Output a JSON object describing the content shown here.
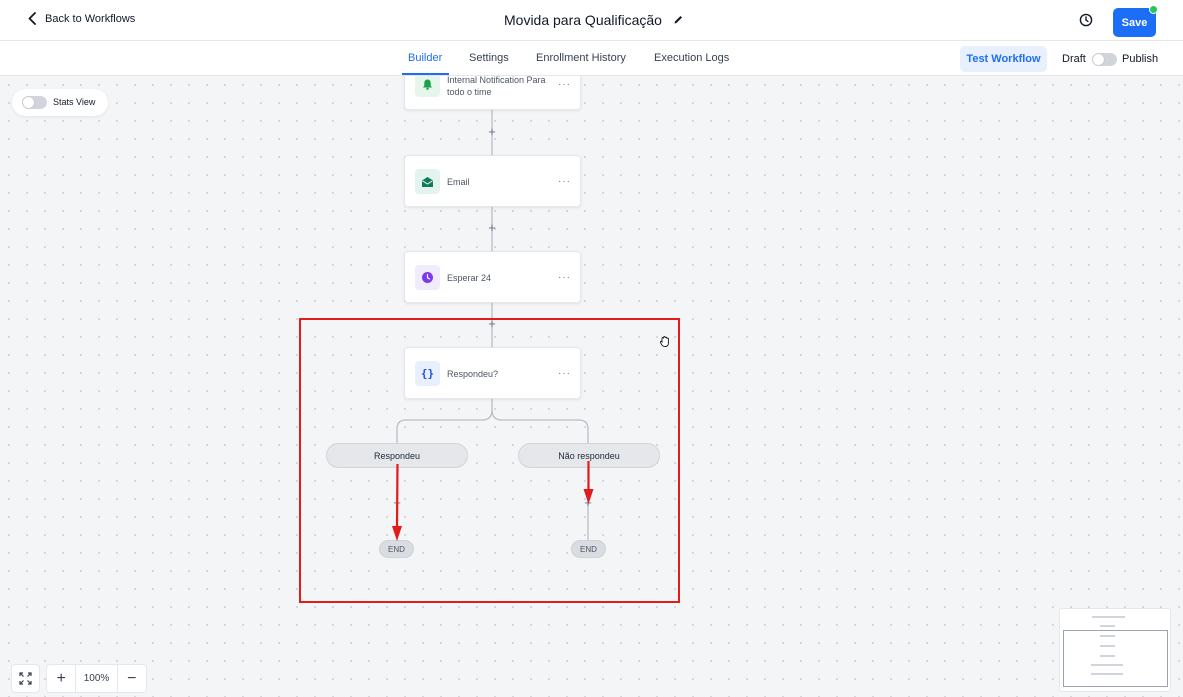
{
  "header": {
    "back_label": "Back to Workflows",
    "title": "Movida para Qualificação",
    "save_label": "Save"
  },
  "tabs": [
    {
      "label": "Builder",
      "active": true
    },
    {
      "label": "Settings",
      "active": false
    },
    {
      "label": "Enrollment History",
      "active": false
    },
    {
      "label": "Execution Logs",
      "active": false
    }
  ],
  "actions": {
    "test_workflow_label": "Test Workflow",
    "draft_label": "Draft",
    "publish_label": "Publish"
  },
  "canvas": {
    "stats_view_label": "Stats View",
    "nodes": [
      {
        "label_line1": "Internal Notification Para",
        "label_line2": "todo o time",
        "icon": "bell-icon",
        "icon_color": "#16a34a"
      },
      {
        "label": "Email",
        "icon": "envelope-icon",
        "icon_color": "#0f7a5a"
      },
      {
        "label": "Esperar 24",
        "icon": "clock-icon",
        "icon_color": "#7c3aed"
      },
      {
        "label": "Respondeu?",
        "icon": "code-braces-icon",
        "icon_color": "#1d6ef7"
      }
    ],
    "more_glyph": "···",
    "plus_glyph": "+",
    "branches": [
      {
        "label": "Respondeu",
        "end_label": "END"
      },
      {
        "label": "Não respondeu",
        "end_label": "END"
      }
    ],
    "highlight_color": "#e21b1b"
  },
  "zoom": {
    "plus": "+",
    "value": "100%",
    "minus": "−"
  }
}
